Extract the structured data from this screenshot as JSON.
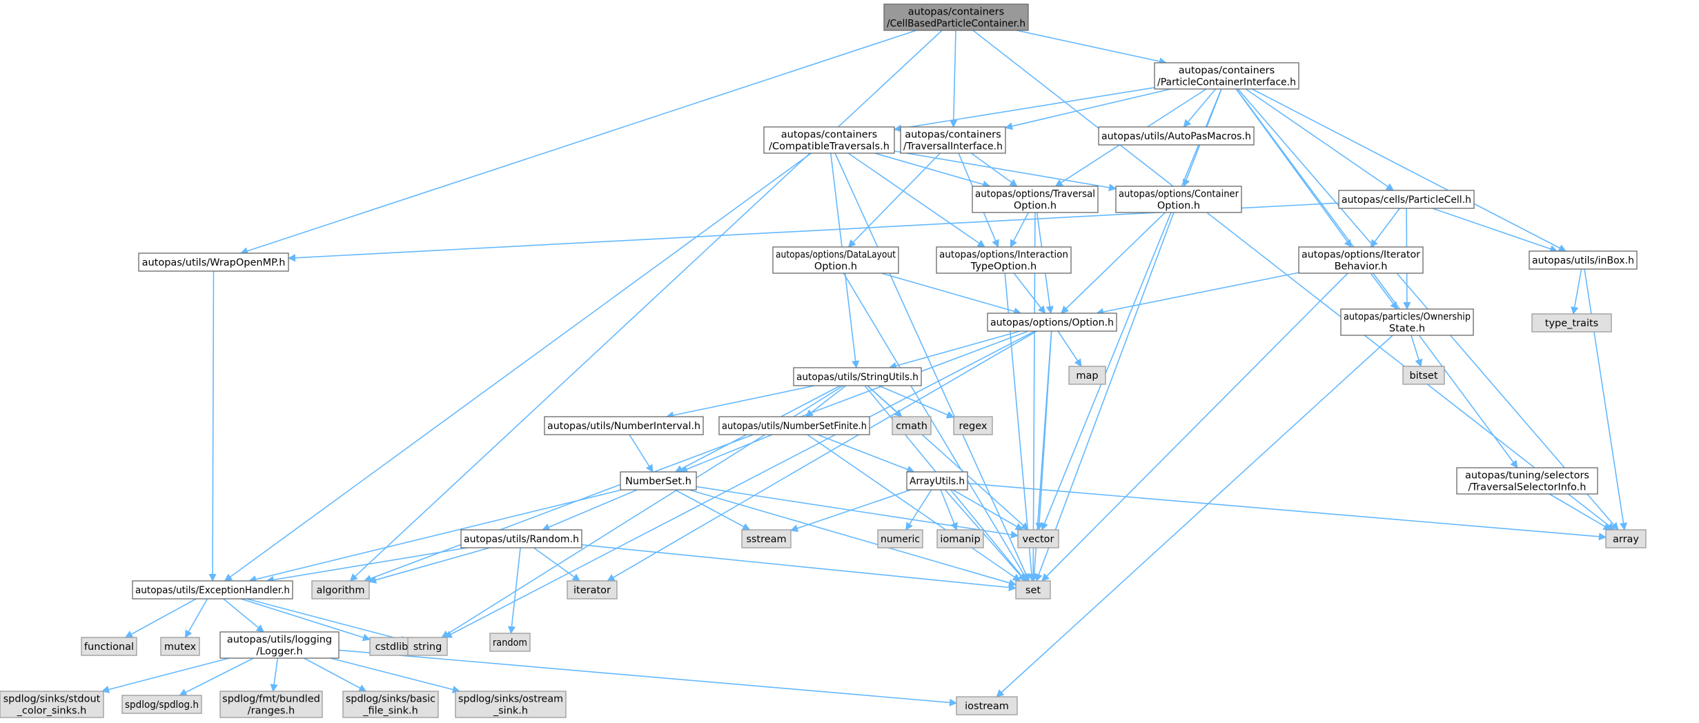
{
  "colors": {
    "edge": "#63b8ff",
    "focus_fill": "#999999",
    "local_fill": "#ffffff",
    "system_fill": "#e0e0e0",
    "border": "#666666"
  },
  "nodes": [
    {
      "id": "cbpc",
      "type": "focus",
      "lines": [
        "autopas/containers",
        "/CellBasedParticleContainer.h"
      ]
    },
    {
      "id": "pci",
      "type": "local",
      "lines": [
        "autopas/containers",
        "/ParticleContainerInterface.h"
      ]
    },
    {
      "id": "ct",
      "type": "local",
      "lines": [
        "autopas/containers",
        "/CompatibleTraversals.h"
      ]
    },
    {
      "id": "ti",
      "type": "local",
      "lines": [
        "autopas/containers",
        "/TraversalInterface.h"
      ]
    },
    {
      "id": "apm",
      "type": "local",
      "lines": [
        "autopas/utils/AutoPasMacros.h"
      ]
    },
    {
      "id": "to",
      "type": "local",
      "lines": [
        "autopas/options/Traversal",
        "Option.h"
      ]
    },
    {
      "id": "co",
      "type": "local",
      "lines": [
        "autopas/options/Container",
        "Option.h"
      ]
    },
    {
      "id": "pc",
      "type": "local",
      "lines": [
        "autopas/cells/ParticleCell.h"
      ]
    },
    {
      "id": "womp",
      "type": "local",
      "lines": [
        "autopas/utils/WrapOpenMP.h"
      ]
    },
    {
      "id": "dlo",
      "type": "local",
      "lines": [
        "autopas/options/DataLayout",
        "Option.h"
      ]
    },
    {
      "id": "ito",
      "type": "local",
      "lines": [
        "autopas/options/Interaction",
        "TypeOption.h"
      ]
    },
    {
      "id": "ib",
      "type": "local",
      "lines": [
        "autopas/options/Iterator",
        "Behavior.h"
      ]
    },
    {
      "id": "inbox",
      "type": "local",
      "lines": [
        "autopas/utils/inBox.h"
      ]
    },
    {
      "id": "tt",
      "type": "sys",
      "lines": [
        "type_traits"
      ]
    },
    {
      "id": "os",
      "type": "local",
      "lines": [
        "autopas/particles/Ownership",
        "State.h"
      ]
    },
    {
      "id": "opt",
      "type": "local",
      "lines": [
        "autopas/options/Option.h"
      ]
    },
    {
      "id": "map",
      "type": "sys",
      "lines": [
        "map"
      ]
    },
    {
      "id": "bitset",
      "type": "sys",
      "lines": [
        "bitset"
      ]
    },
    {
      "id": "su",
      "type": "local",
      "lines": [
        "autopas/utils/StringUtils.h"
      ]
    },
    {
      "id": "cmath",
      "type": "sys",
      "lines": [
        "cmath"
      ]
    },
    {
      "id": "regex",
      "type": "sys",
      "lines": [
        "regex"
      ]
    },
    {
      "id": "ni",
      "type": "local",
      "lines": [
        "autopas/utils/NumberInterval.h"
      ]
    },
    {
      "id": "nsf",
      "type": "local",
      "lines": [
        "autopas/utils/NumberSetFinite.h"
      ]
    },
    {
      "id": "ns",
      "type": "local",
      "lines": [
        "NumberSet.h"
      ]
    },
    {
      "id": "au",
      "type": "local",
      "lines": [
        "ArrayUtils.h"
      ]
    },
    {
      "id": "tsi",
      "type": "local",
      "lines": [
        "autopas/tuning/selectors",
        "/TraversalSelectorInfo.h"
      ]
    },
    {
      "id": "rnd",
      "type": "local",
      "lines": [
        "autopas/utils/Random.h"
      ]
    },
    {
      "id": "sstream",
      "type": "sys",
      "lines": [
        "sstream"
      ]
    },
    {
      "id": "numeric",
      "type": "sys",
      "lines": [
        "numeric"
      ]
    },
    {
      "id": "iomanip",
      "type": "sys",
      "lines": [
        "iomanip"
      ]
    },
    {
      "id": "vector",
      "type": "sys",
      "lines": [
        "vector"
      ]
    },
    {
      "id": "array",
      "type": "sys",
      "lines": [
        "array"
      ]
    },
    {
      "id": "eh",
      "type": "local",
      "lines": [
        "autopas/utils/ExceptionHandler.h"
      ]
    },
    {
      "id": "algorithm",
      "type": "sys",
      "lines": [
        "algorithm"
      ]
    },
    {
      "id": "random",
      "type": "sys",
      "lines": [
        "random"
      ]
    },
    {
      "id": "iterator",
      "type": "sys",
      "lines": [
        "iterator"
      ]
    },
    {
      "id": "set",
      "type": "sys",
      "lines": [
        "set"
      ]
    },
    {
      "id": "functional",
      "type": "sys",
      "lines": [
        "functional"
      ]
    },
    {
      "id": "mutex",
      "type": "sys",
      "lines": [
        "mutex"
      ]
    },
    {
      "id": "logger",
      "type": "local",
      "lines": [
        "autopas/utils/logging",
        "/Logger.h"
      ]
    },
    {
      "id": "cstdlib",
      "type": "sys",
      "lines": [
        "cstdlib"
      ]
    },
    {
      "id": "string",
      "type": "sys",
      "lines": [
        "string"
      ]
    },
    {
      "id": "sdstdout",
      "type": "sys",
      "lines": [
        "spdlog/sinks/stdout",
        "_color_sinks.h"
      ]
    },
    {
      "id": "sdspd",
      "type": "sys",
      "lines": [
        "spdlog/spdlog.h"
      ]
    },
    {
      "id": "sdranges",
      "type": "sys",
      "lines": [
        "spdlog/fmt/bundled",
        "/ranges.h"
      ]
    },
    {
      "id": "sdbasic",
      "type": "sys",
      "lines": [
        "spdlog/sinks/basic",
        "_file_sink.h"
      ]
    },
    {
      "id": "sdostream",
      "type": "sys",
      "lines": [
        "spdlog/sinks/ostream",
        "_sink.h"
      ]
    },
    {
      "id": "iostream",
      "type": "sys",
      "lines": [
        "iostream"
      ]
    }
  ]
}
